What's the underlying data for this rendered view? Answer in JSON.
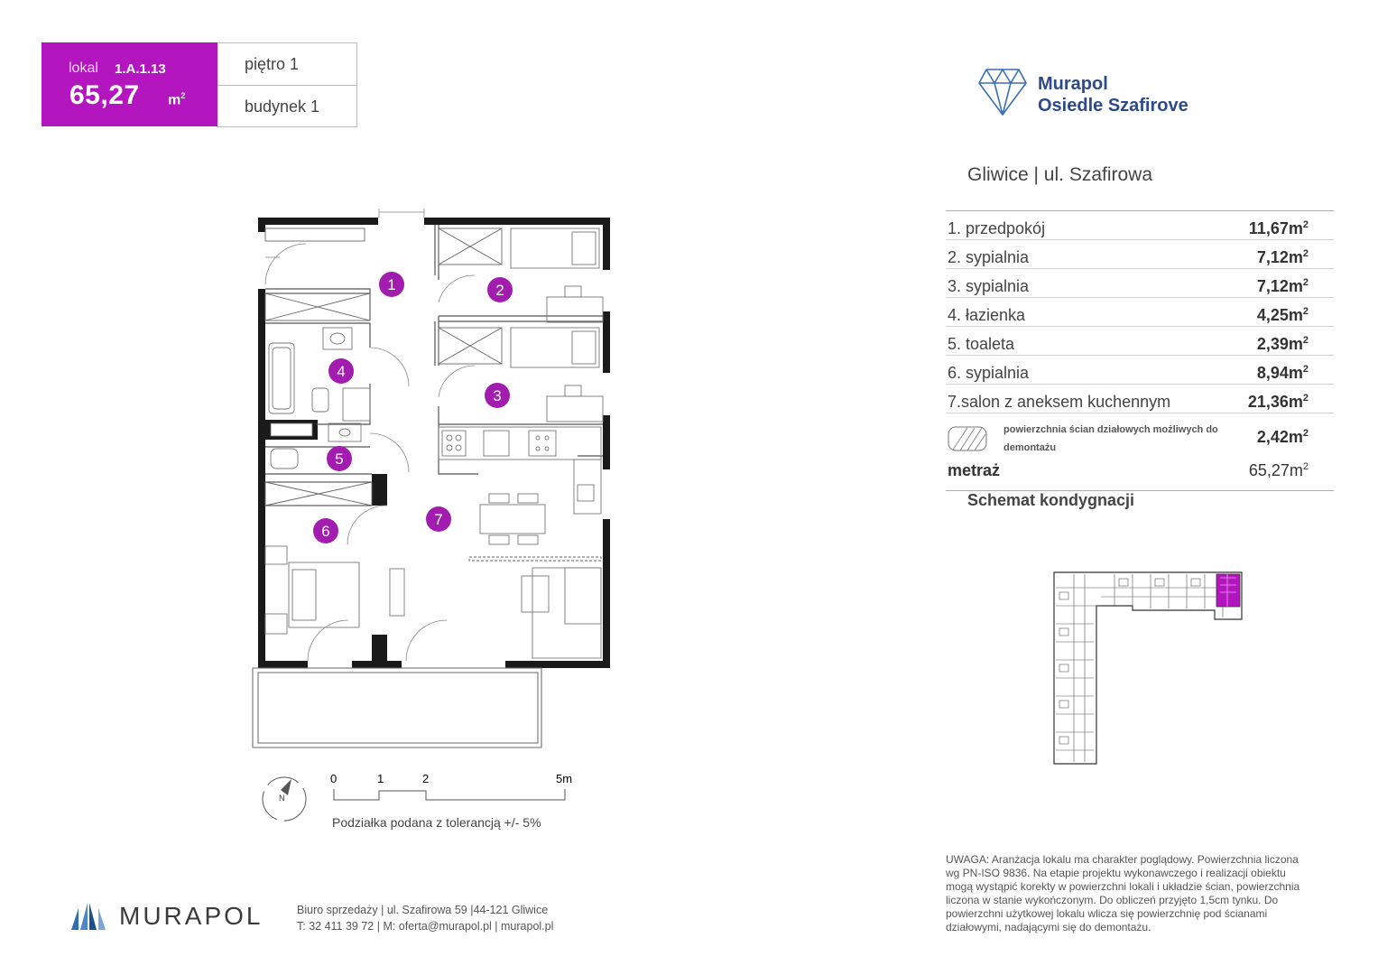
{
  "unit": {
    "label": "lokal",
    "code": "1.A.1.13",
    "area": "65,27",
    "area_unit": "m",
    "floor": "piętro 1",
    "building": "budynek 1",
    "accent_color": "#b316bf"
  },
  "brand": {
    "line1": "Murapol",
    "line2": "Osiedle Szafirove",
    "color": "#2d4a8a"
  },
  "location": "Gliwice | ul. Szafirowa",
  "rooms": [
    {
      "name": "1. przedpokój",
      "area": "11,67m"
    },
    {
      "name": "2. sypialnia",
      "area": "7,12m"
    },
    {
      "name": "3. sypialnia",
      "area": "7,12m"
    },
    {
      "name": "4. łazienka",
      "area": "4,25m"
    },
    {
      "name": "5. toaleta",
      "area": "2,39m"
    },
    {
      "name": "6. sypialnia",
      "area": "8,94m"
    },
    {
      "name": "7.salon z aneksem kuchennym",
      "area": "21,36m"
    }
  ],
  "walls": {
    "note": "powierzchnia ścian działowych możliwych do demontażu",
    "area": "2,42m"
  },
  "total": {
    "label": "metraż",
    "area": "65,27m"
  },
  "sup2": "2",
  "schemat_title": "Schemat kondygnacji",
  "plan_labels": [
    "1",
    "2",
    "3",
    "4",
    "5",
    "6",
    "7"
  ],
  "scale": {
    "ticks": [
      "0",
      "1",
      "2",
      "5m"
    ],
    "compass": "N",
    "tolerance": "Podziałka podana z tolerancją +/- 5%"
  },
  "note": "UWAGA: Aranżacja lokalu ma charakter poglądowy. Powierzchnia liczona wg PN-ISO 9836. Na etapie projektu wykonawczego i realizacji obiektu mogą wystąpić korekty w powierzchni lokali i układzie ścian, powierzchnia liczona w stanie wykończonym. Do obliczeń przyjęto 1,5cm tynku. Do powierzchni użytkowej lokalu wlicza się powierzchnię pod ścianami działowymi, nadającymi się do demontażu.",
  "footer": {
    "logo_text": "MURAPOL",
    "address": "Biuro sprzedaży | ul. Szafirowa 59 |44-121 Gliwice",
    "contact": "T: 32 411 39 72 | M: oferta@murapol.pl | murapol.pl"
  }
}
